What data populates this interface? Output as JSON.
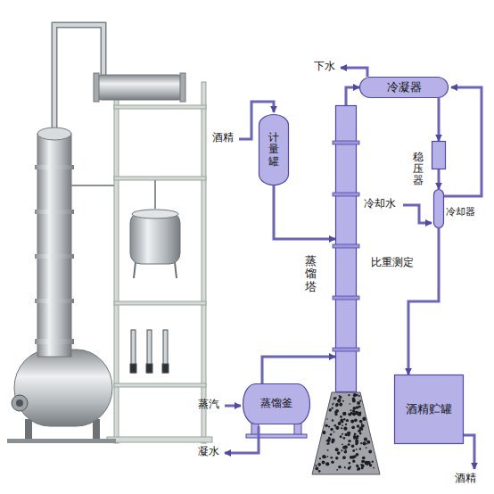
{
  "diagram": {
    "nodes": [
      {
        "text": [
          "冷凝器"
        ]
      },
      {
        "text": [
          "计量罐"
        ]
      },
      {
        "text": [
          "稳压器"
        ]
      },
      {
        "text": [
          "冷却器"
        ]
      },
      {
        "text": [
          "蒸馏塔"
        ]
      },
      {
        "text": [
          "蒸馏釜"
        ]
      },
      {
        "text": [
          "酒精贮罐"
        ]
      }
    ],
    "edges": [
      {
        "from": 1,
        "to": 4,
        "arrow": "to"
      },
      {
        "from": 5,
        "to": 4,
        "arrow": "to"
      },
      {
        "from": 4,
        "to": 0,
        "arrow": "to"
      },
      {
        "from": 0,
        "to": 2,
        "arrow": "to"
      },
      {
        "from": 2,
        "to": 3,
        "arrow": "to"
      },
      {
        "from": 3,
        "to": 6,
        "arrow": "to"
      }
    ],
    "labels": [
      "下水",
      "酒精",
      "冷却水",
      "比重测定",
      "蒸汽",
      "凝水",
      "酒精"
    ]
  }
}
